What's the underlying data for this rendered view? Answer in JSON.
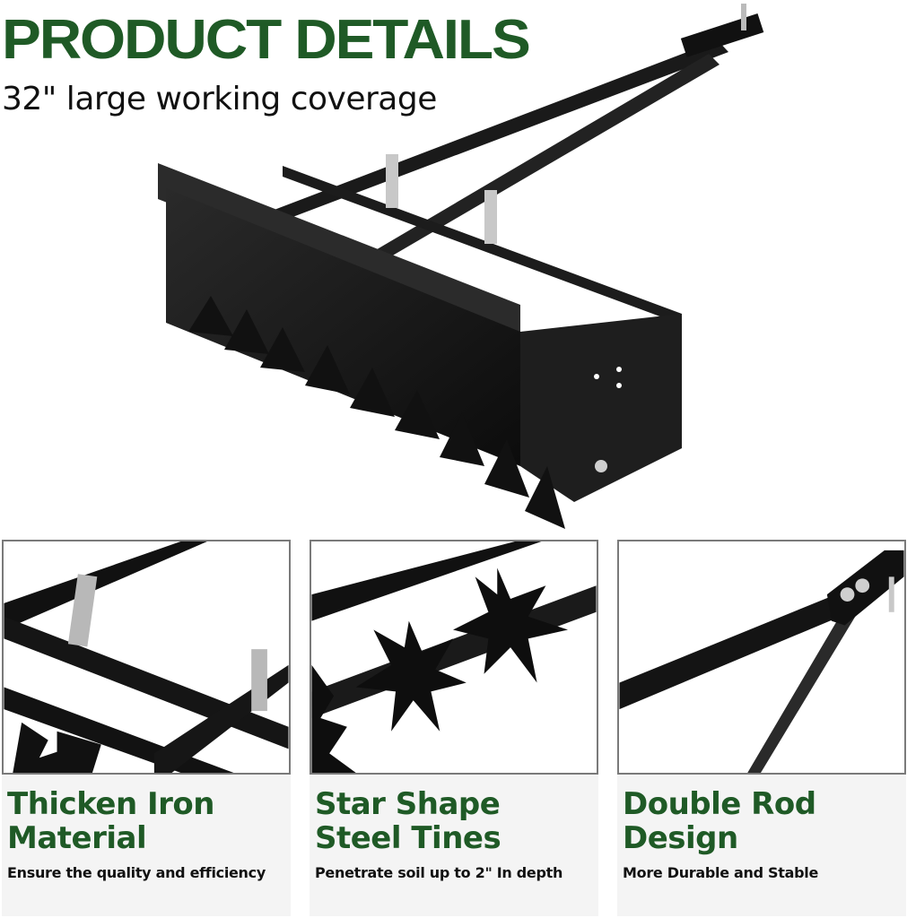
{
  "header": {
    "title": "PRODUCT DETAILS",
    "subtitle": "32\" large working coverage"
  },
  "colors": {
    "brand_green": "#1f5a26",
    "text_dark": "#111111",
    "panel_bg": "#f4f4f4",
    "frame_border": "#7a7a7a",
    "product_black": "#141414"
  },
  "hero_image": {
    "alt": "Black steel spike lawn aerator with star tines and double tow bar"
  },
  "features": [
    {
      "title": "Thicken Iron Material",
      "description": "Ensure the quality and efficiency",
      "image_alt": "Close-up of frame bars and adjustable brackets"
    },
    {
      "title": "Star Shape Steel Tines",
      "description": "Penetrate soil up to 2\" In depth",
      "image_alt": "Close-up of star shaped steel tines on axle"
    },
    {
      "title": "Double Rod Design",
      "description": "More Durable and Stable",
      "image_alt": "Close-up of double tow rod joint with hitch pin"
    }
  ]
}
